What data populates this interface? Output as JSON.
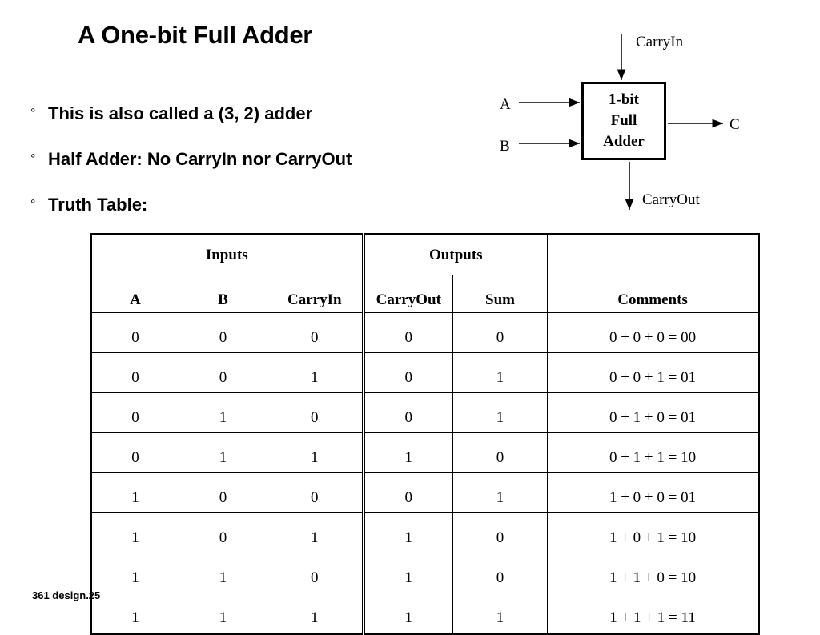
{
  "title": "A One-bit Full Adder",
  "bullets": [
    {
      "marker": "°",
      "text": "This is also called a (3, 2) adder"
    },
    {
      "marker": "°",
      "text": "Half Adder: No CarryIn nor CarryOut"
    },
    {
      "marker": "°",
      "text": "Truth Table:"
    }
  ],
  "diagram": {
    "carry_in": "CarryIn",
    "input_a": "A",
    "input_b": "B",
    "box_lines": [
      "1-bit",
      "Full",
      "Adder"
    ],
    "output_c": "C",
    "carry_out": "CarryOut"
  },
  "table": {
    "group_headers": {
      "inputs": "Inputs",
      "outputs": "Outputs"
    },
    "columns": [
      "A",
      "B",
      "CarryIn",
      "CarryOut",
      "Sum",
      "Comments"
    ],
    "rows": [
      [
        "0",
        "0",
        "0",
        "0",
        "0",
        "0 + 0 + 0 = 00"
      ],
      [
        "0",
        "0",
        "1",
        "0",
        "1",
        "0 + 0 + 1 = 01"
      ],
      [
        "0",
        "1",
        "0",
        "0",
        "1",
        "0 + 1 + 0 = 01"
      ],
      [
        "0",
        "1",
        "1",
        "1",
        "0",
        "0 + 1 + 1 = 10"
      ],
      [
        "1",
        "0",
        "0",
        "0",
        "1",
        "1 + 0 + 0 = 01"
      ],
      [
        "1",
        "0",
        "1",
        "1",
        "0",
        "1 + 0 + 1 = 10"
      ],
      [
        "1",
        "1",
        "0",
        "1",
        "0",
        "1 + 1 + 0 = 10"
      ],
      [
        "1",
        "1",
        "1",
        "1",
        "1",
        "1 + 1 + 1 = 11"
      ]
    ]
  },
  "footer": "361  design.25"
}
